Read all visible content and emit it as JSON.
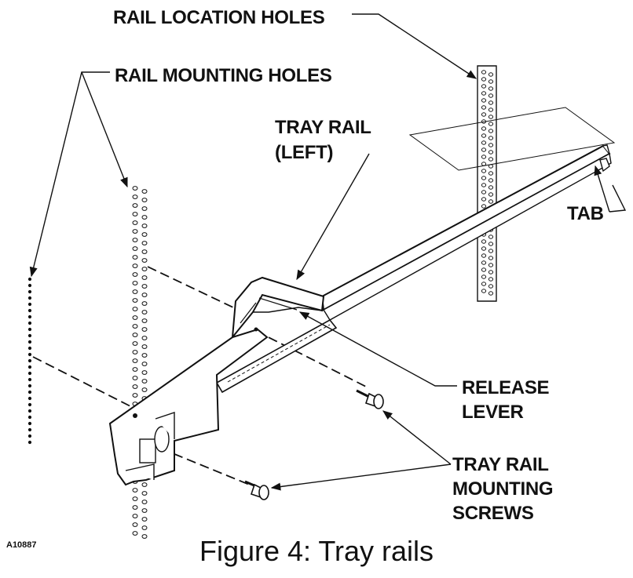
{
  "labels": {
    "rail_location_holes": "RAIL LOCATION HOLES",
    "rail_mounting_holes": "RAIL MOUNTING HOLES",
    "tray_rail_line1": "TRAY RAIL",
    "tray_rail_line2": "(LEFT)",
    "tab": "TAB",
    "release_line1": "RELEASE",
    "release_line2": "LEVER",
    "screws_line1": "TRAY RAIL",
    "screws_line2": "MOUNTING",
    "screws_line3": "SCREWS"
  },
  "figure_code": "A10887",
  "caption": "Figure 4: Tray rails",
  "colors": {
    "ink": "#111111",
    "background": "#ffffff"
  }
}
